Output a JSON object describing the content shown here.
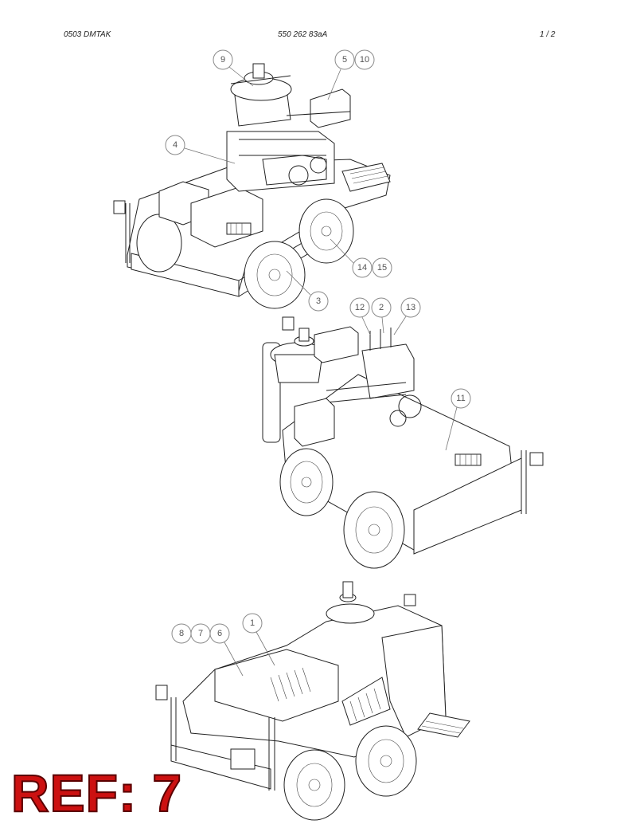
{
  "header": {
    "doc_code": "0503 DMTAK",
    "part_number": "550 262 83aA",
    "page": "1 /  2"
  },
  "callouts": {
    "view_top": [
      "9",
      "5",
      "10",
      "4",
      "14",
      "15",
      "3"
    ],
    "view_middle": [
      "12",
      "2",
      "13",
      "11"
    ],
    "view_bottom": [
      "8",
      "7",
      "6",
      "1"
    ]
  },
  "reference_label": "REF: 7",
  "colors": {
    "reference": "#cc1111",
    "line": "#222222",
    "callout": "#8a8a8a"
  }
}
